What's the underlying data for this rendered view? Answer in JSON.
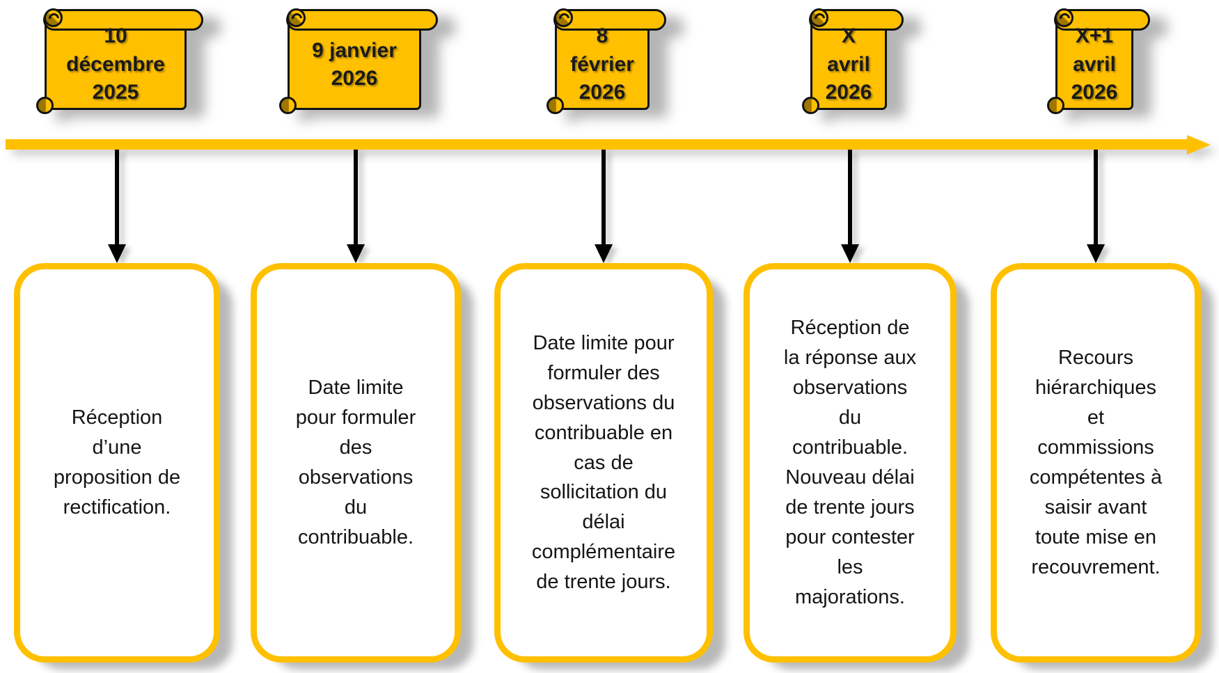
{
  "slide": {
    "type": "timeline-diagram",
    "language": "fr",
    "background": "#ffffff"
  },
  "colors": {
    "gold": "#FFC000",
    "gold_shadow": "#9e7600",
    "outline_black": "#121212",
    "arrow_black": "#000000",
    "card_background": "#ffffff",
    "text": "#151515"
  },
  "timeline": {
    "direction_icon": "right-arrow",
    "color": "#FFC000"
  },
  "columns": [
    {
      "date": "10\ndécembre\n2025",
      "description": "Réception\nd’une\nproposition de\nrectification."
    },
    {
      "date": "9 janvier\n2026",
      "description": "Date limite\npour formuler\ndes\nobservations\ndu\ncontribuable."
    },
    {
      "date": "8\nfévrier\n2026",
      "description": "Date limite pour\nformuler des\nobservations du\ncontribuable en\ncas de\nsollicitation du\ndélai\ncomplémentaire\nde trente jours."
    },
    {
      "date": "X\navril\n2026",
      "description": "Réception de\nla réponse aux\nobservations\ndu\ncontribuable.\nNouveau délai\nde trente jours\npour contester\nles\nmajorations."
    },
    {
      "date": "X+1\navril\n2026",
      "description": "Recours\nhiérarchiques\net\ncommissions\ncompétentes à\nsaisir avant\ntoute mise en\nrecouvrement."
    }
  ]
}
